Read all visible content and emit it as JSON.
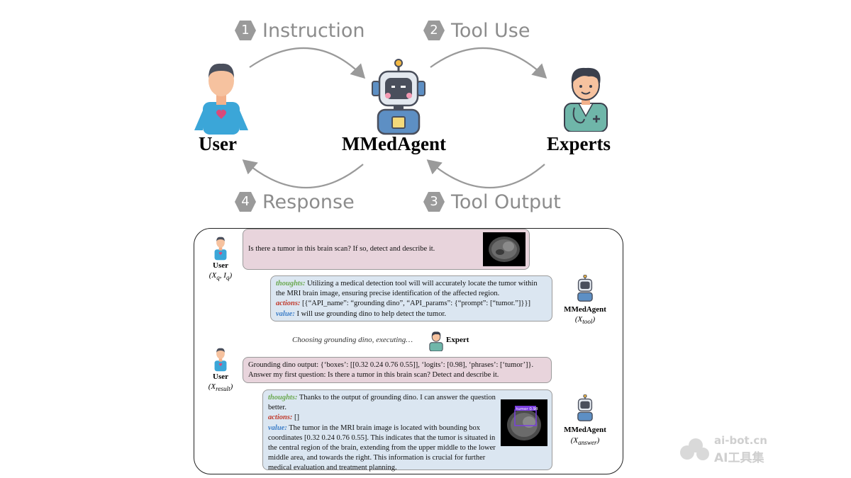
{
  "cycle": {
    "steps": [
      {
        "num": "1",
        "label": "Instruction"
      },
      {
        "num": "2",
        "label": "Tool Use"
      },
      {
        "num": "3",
        "label": "Tool Output"
      },
      {
        "num": "4",
        "label": "Response"
      }
    ],
    "nodes": {
      "user": "User",
      "agent": "MMedAgent",
      "experts": "Experts"
    }
  },
  "panel": {
    "user_q": {
      "label": "User",
      "var": "(X",
      "var_sub": "q",
      "var_mid": ", I",
      "var_sub2": "q",
      "var_end": ")",
      "text": "Is there a tumor in this brain scan? If so, detect and describe it."
    },
    "agent_tool": {
      "label": "MMedAgent",
      "var": "(X",
      "var_sub": "tool",
      "var_end": ")",
      "thoughts_key": "thoughts:",
      "thoughts": " Utilizing a medical detection tool will will accurately locate the tumor within the MRI brain image, ensuring precise identification of the affected region.",
      "actions_key": "actions:",
      "actions": " [{“API_name”: “grounding dino”, “API_params”: {“prompt”: [“tumor.”]}}]",
      "value_key": "value:",
      "value": " I will use grounding dino to help detect the tumor."
    },
    "expert": {
      "status": "Choosing grounding dino, executing…",
      "label": "Expert"
    },
    "user_result": {
      "label": "User",
      "var": "(X",
      "var_sub": "result",
      "var_end": ")",
      "line1": "Grounding dino output: {‘boxes’: [[0.32 0.24 0.76 0.55]], ‘logits’: [0.98], ‘phrases’: [‘tumor’]}.",
      "line2": "Answer my first question: Is there a tumor in this brain scan? Detect and describe it."
    },
    "agent_answer": {
      "label": "MMedAgent",
      "var": "(X",
      "var_sub": "answer",
      "var_end": ")",
      "thoughts_key": "thoughts:",
      "thoughts": " Thanks to the output of grounding dino. I can answer the question better.",
      "actions_key": "actions:",
      "actions": " []",
      "value_key": "value:",
      "value": " The tumor in the MRI brain image is located with bounding box coordinates [0.32 0.24 0.76 0.55]. This indicates that the tumor is situated in the central region of the brain, extending from the upper middle to the lower middle area, and towards the right. This information is crucial for further medical evaluation and treatment planning.",
      "box_label": "tumor 0.98"
    }
  },
  "watermark": {
    "line1": "ai-bot.cn",
    "line2": "AI工具集"
  },
  "colors": {
    "pink_bubble": "#e8d4dc",
    "blue_bubble": "#dbe6f1",
    "arrow": "#9a9a9a",
    "thoughts": "#6aa84f",
    "actions": "#c0392b",
    "value": "#3d7ec8"
  }
}
